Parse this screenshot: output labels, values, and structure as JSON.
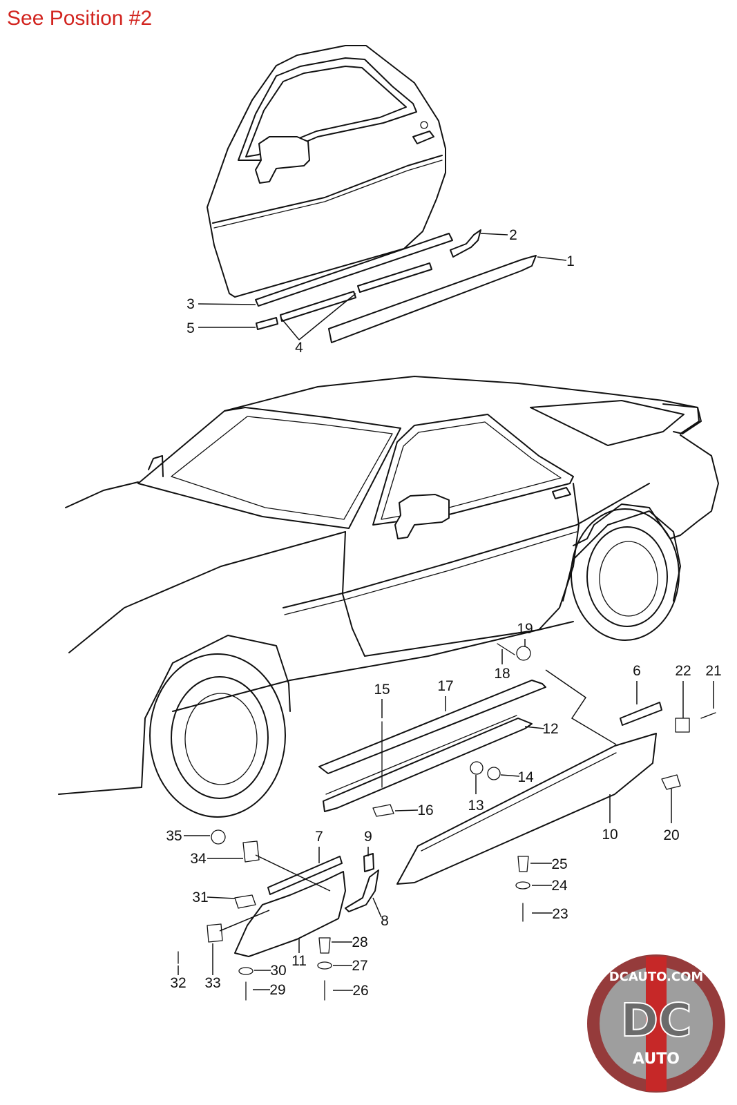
{
  "header": {
    "note": "See Position #2",
    "color": "#d2241f"
  },
  "parts": [
    {
      "number": "1"
    },
    {
      "number": "2"
    },
    {
      "number": "3"
    },
    {
      "number": "4"
    },
    {
      "number": "5"
    },
    {
      "number": "6"
    },
    {
      "number": "7"
    },
    {
      "number": "8"
    },
    {
      "number": "9"
    },
    {
      "number": "10"
    },
    {
      "number": "11"
    },
    {
      "number": "12"
    },
    {
      "number": "13"
    },
    {
      "number": "14"
    },
    {
      "number": "15"
    },
    {
      "number": "16"
    },
    {
      "number": "17"
    },
    {
      "number": "18"
    },
    {
      "number": "19"
    },
    {
      "number": "20"
    },
    {
      "number": "21"
    },
    {
      "number": "22"
    },
    {
      "number": "23"
    },
    {
      "number": "24"
    },
    {
      "number": "25"
    },
    {
      "number": "26"
    },
    {
      "number": "27"
    },
    {
      "number": "28"
    },
    {
      "number": "29"
    },
    {
      "number": "30"
    },
    {
      "number": "31"
    },
    {
      "number": "32"
    },
    {
      "number": "33"
    },
    {
      "number": "34"
    },
    {
      "number": "35"
    }
  ],
  "watermark": {
    "url": "DCAUTO.COM",
    "letters": "DC",
    "sub": "AUTO",
    "icon": "dcauto-logo-icon",
    "colors": {
      "ring": "#8c2a2a",
      "stripe": "#c62828",
      "badge": "#6b6b6b"
    }
  }
}
